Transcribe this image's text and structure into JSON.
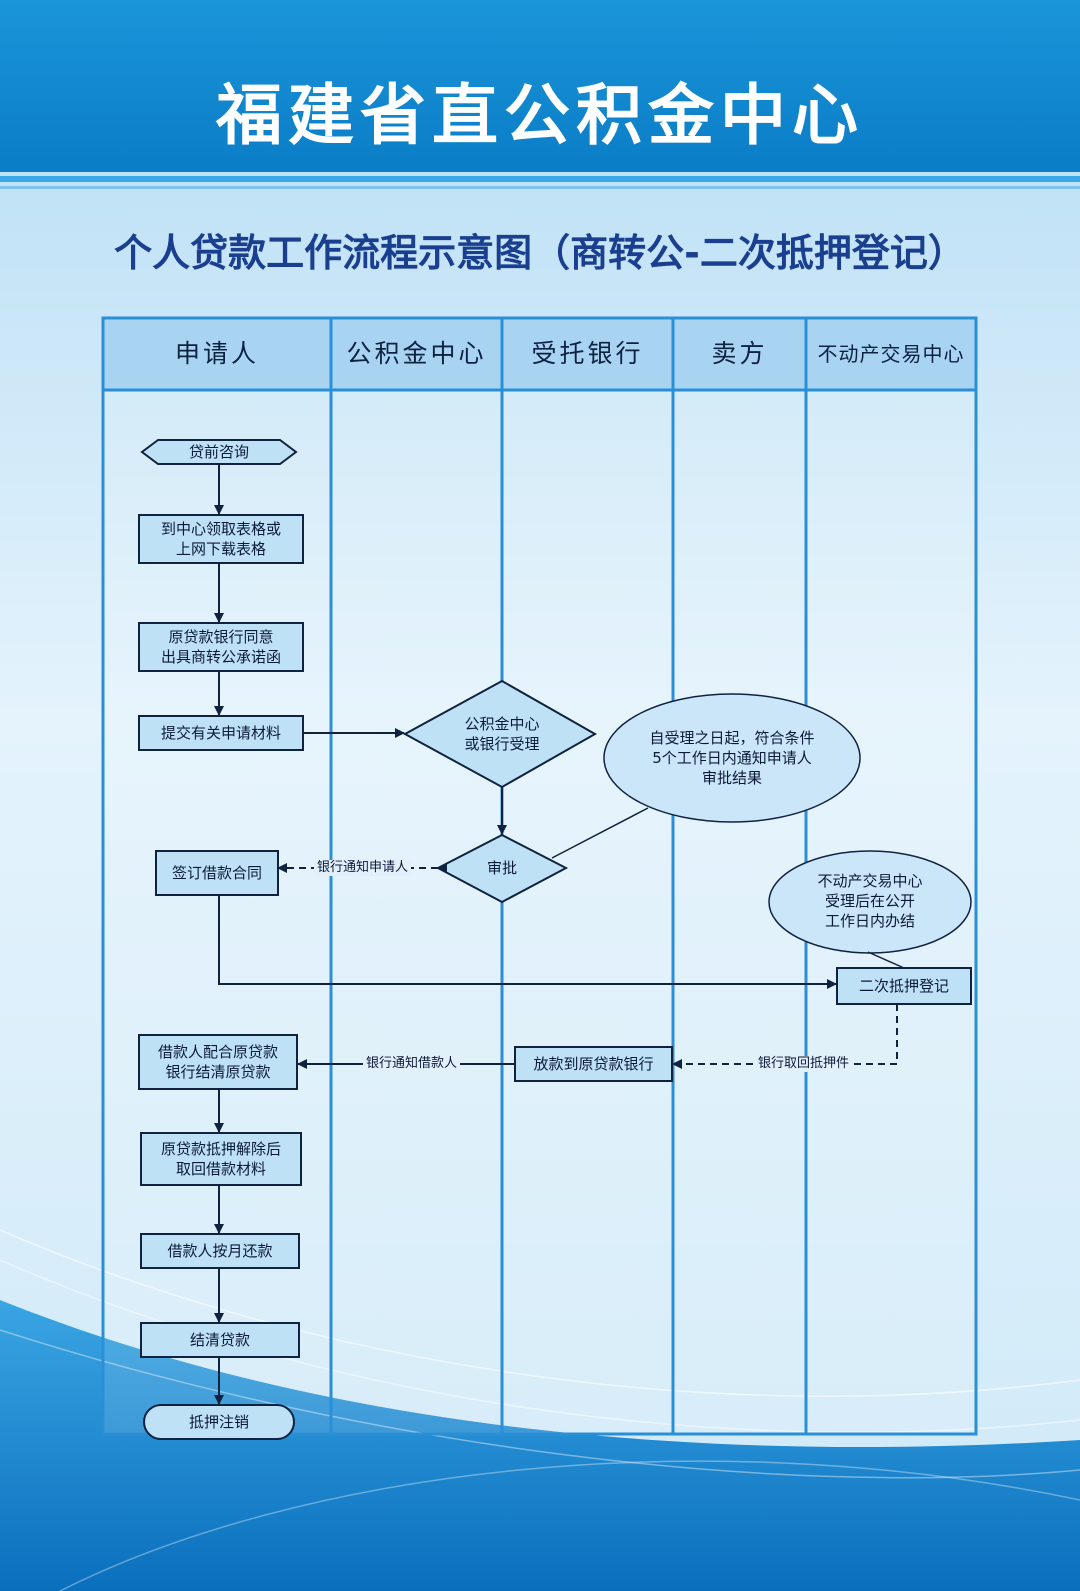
{
  "header": {
    "title": "福建省直公积金中心"
  },
  "chart_title": "个人贷款工作流程示意图（商转公-二次抵押登记）",
  "lanes": [
    "申请人",
    "公积金中心",
    "受托银行",
    "卖方",
    "不动产交易中心"
  ],
  "nodes": {
    "consult": "贷前咨询",
    "get_form": "到中心领取表格或\n上网下载表格",
    "bank_consent": "原贷款银行同意\n出具商转公承诺函",
    "submit": "提交有关申请材料",
    "accept": "公积金中心\n或银行受理",
    "approve": "审批",
    "approve_note": "自受理之日起，符合条件\n5个工作日内通知申请人\n审批结果",
    "sign": "签订借款合同",
    "register_note": "不动产交易中心\n受理后在公开\n工作日内办结",
    "second_mortgage": "二次抵押登记",
    "disburse": "放款到原贷款银行",
    "settle_original": "借款人配合原贷款\n银行结清原贷款",
    "retrieve": "原贷款抵押解除后\n取回借款材料",
    "repay": "借款人按月还款",
    "payoff": "结清贷款",
    "cancel": "抵押注销"
  },
  "edge_labels": {
    "notify_applicant": "银行通知申请人",
    "retrieve_pledge": "银行取回抵押件",
    "notify_borrower": "银行通知借款人"
  },
  "colors": {
    "banner": "#0a86cf",
    "title_text": "#1a3f8f",
    "lane_header": "#a8d4f2",
    "node_fill": "#bfe1f6",
    "border": "#0f2340",
    "lane_frame": "#2a8fd6"
  }
}
